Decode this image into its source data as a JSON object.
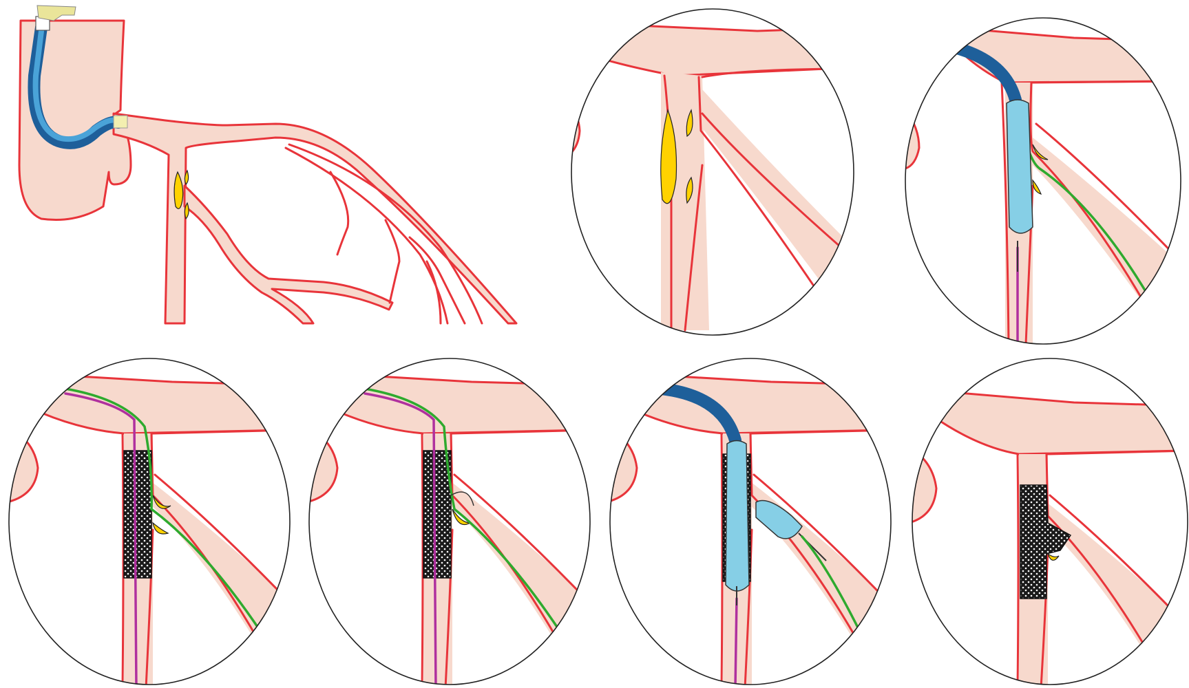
{
  "panels": [
    {
      "id": "overview"
    },
    {
      "id": "step-1-bifurcation-lesion"
    },
    {
      "id": "step-2-predilation-balloon"
    },
    {
      "id": "step-3-stent-deployed-jailed-wire"
    },
    {
      "id": "step-4-wire-recrossed"
    },
    {
      "id": "step-5-kissing-balloons"
    },
    {
      "id": "step-6-final-result"
    }
  ],
  "colors": {
    "vessel_fill": "#f7d9cd",
    "vessel_border": "#e8343a",
    "plaque": "#ffd200",
    "balloon": "#86cfe6",
    "catheter": "#1e5f9a",
    "guidewire_green": "#2eaa2e",
    "guidewire_magenta": "#b0309e",
    "stent": "#111111"
  },
  "icons": [
    "guiding-catheter-icon",
    "balloon-icon",
    "stent-icon",
    "guidewire-icon",
    "plaque-icon"
  ]
}
